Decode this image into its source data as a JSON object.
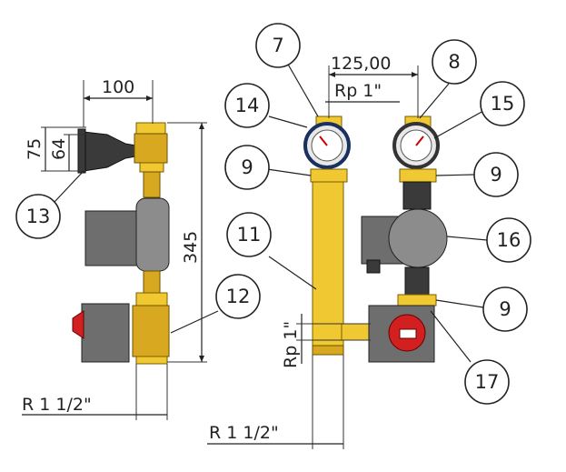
{
  "dimensions": {
    "width_top": "100",
    "height_a": "75",
    "height_b": "64",
    "height_total": "345",
    "spacing": "125,00",
    "rp_top": "Rp 1\"",
    "rp_side": "Rp 1\"",
    "r_left": "R 1 1/2\"",
    "r_right": "R 1 1/2\""
  },
  "balloons": {
    "b7": "7",
    "b8": "8",
    "b14": "14",
    "b15": "15",
    "b9a": "9",
    "b9b": "9",
    "b9c": "9",
    "b11": "11",
    "b16": "16",
    "b12": "12",
    "b13": "13",
    "b17": "17"
  },
  "colors": {
    "brass": "#d8a820",
    "pipe": "#f0c832",
    "pump": "#6e6e6e",
    "valve_red": "#d22020"
  }
}
